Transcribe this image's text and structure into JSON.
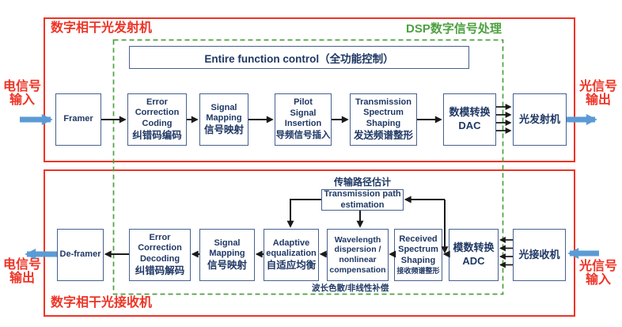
{
  "transmitter": {
    "title": "数字相干光发射机",
    "control_label": "Entire function control（全功能控制）",
    "framer": "Framer",
    "ecc_en": "Error\nCorrection\nCoding",
    "ecc_zh": "纠错码编码",
    "map_en": "Signal\nMapping",
    "map_zh": "信号映射",
    "pilot_en": "Pilot\nSignal\nInsertion",
    "pilot_zh": "导频信号插入",
    "shaping_en": "Transmission\nSpectrum\nShaping",
    "shaping_zh": "发送频谱整形",
    "dac": "数模转换\nDAC",
    "optical_tx": "光发射机",
    "in_label": "电信号\n输入",
    "out_label": "光信号\n输出"
  },
  "dsp_label": "DSP数字信号处理",
  "receiver": {
    "title": "数字相干光接收机",
    "deframer": "De-framer",
    "ecd_en": "Error\nCorrection\nDecoding",
    "ecd_zh": "纠错码解码",
    "map_en": "Signal\nMapping",
    "map_zh": "信号映射",
    "eq_en": "Adaptive\nequalization",
    "eq_zh": "自适应均衡",
    "wd_en": "Wavelength\ndispersion /\nnonlinear\ncompensation",
    "wd_label": "波长色散/非线性补偿",
    "rss_en": "Received\nSpectrum\nShaping",
    "rss_zh": "接收频谱整形",
    "adc": "模数转换\nADC",
    "optical_rx": "光接收机",
    "tpe_label": "传输路径估计",
    "tpe_en": "Transmission path\nestimation",
    "out_label": "电信号\n输出",
    "in_label": "光信号\n输入"
  },
  "colors": {
    "red": "#ee3426",
    "navy_text": "#1f3864",
    "box_border": "#47618f",
    "dsp_green": "#4ca13f",
    "signal_blue": "#5b9bd5",
    "arrow_black": "#1a1a1a"
  }
}
